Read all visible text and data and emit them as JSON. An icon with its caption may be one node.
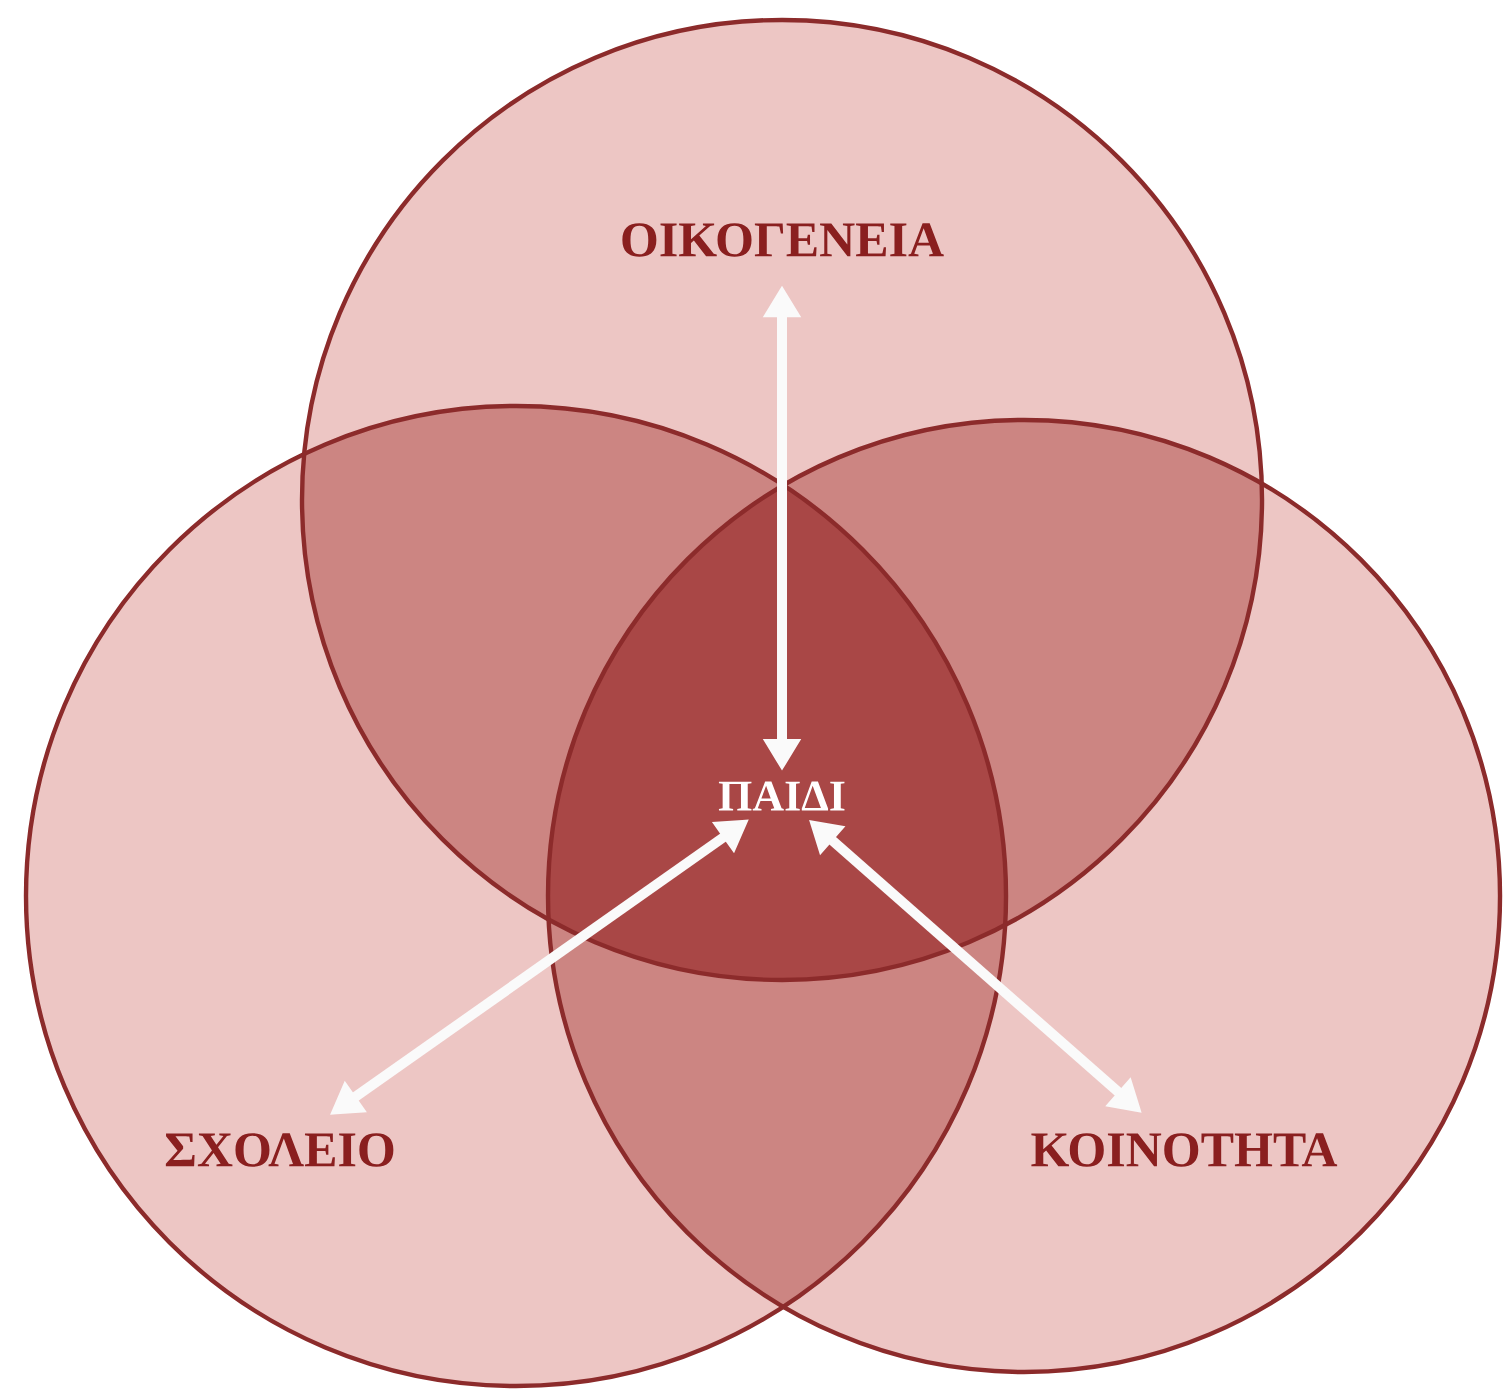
{
  "diagram": {
    "nodes": [
      {
        "text": [
          "ΟΙΚΟΓΕΝΕΙΑ"
        ]
      },
      {
        "text": [
          "ΣΧΟΛΕΙΟ"
        ]
      },
      {
        "text": [
          "ΚΟΙΝΟΤΗΤΑ"
        ]
      },
      {
        "text": [
          "ΠΑΙΔΙ"
        ]
      }
    ],
    "edges": [
      {
        "from": 3,
        "to": 0,
        "arrow": "both"
      },
      {
        "from": 3,
        "to": 1,
        "arrow": "both"
      },
      {
        "from": 3,
        "to": 2,
        "arrow": "both"
      }
    ]
  }
}
